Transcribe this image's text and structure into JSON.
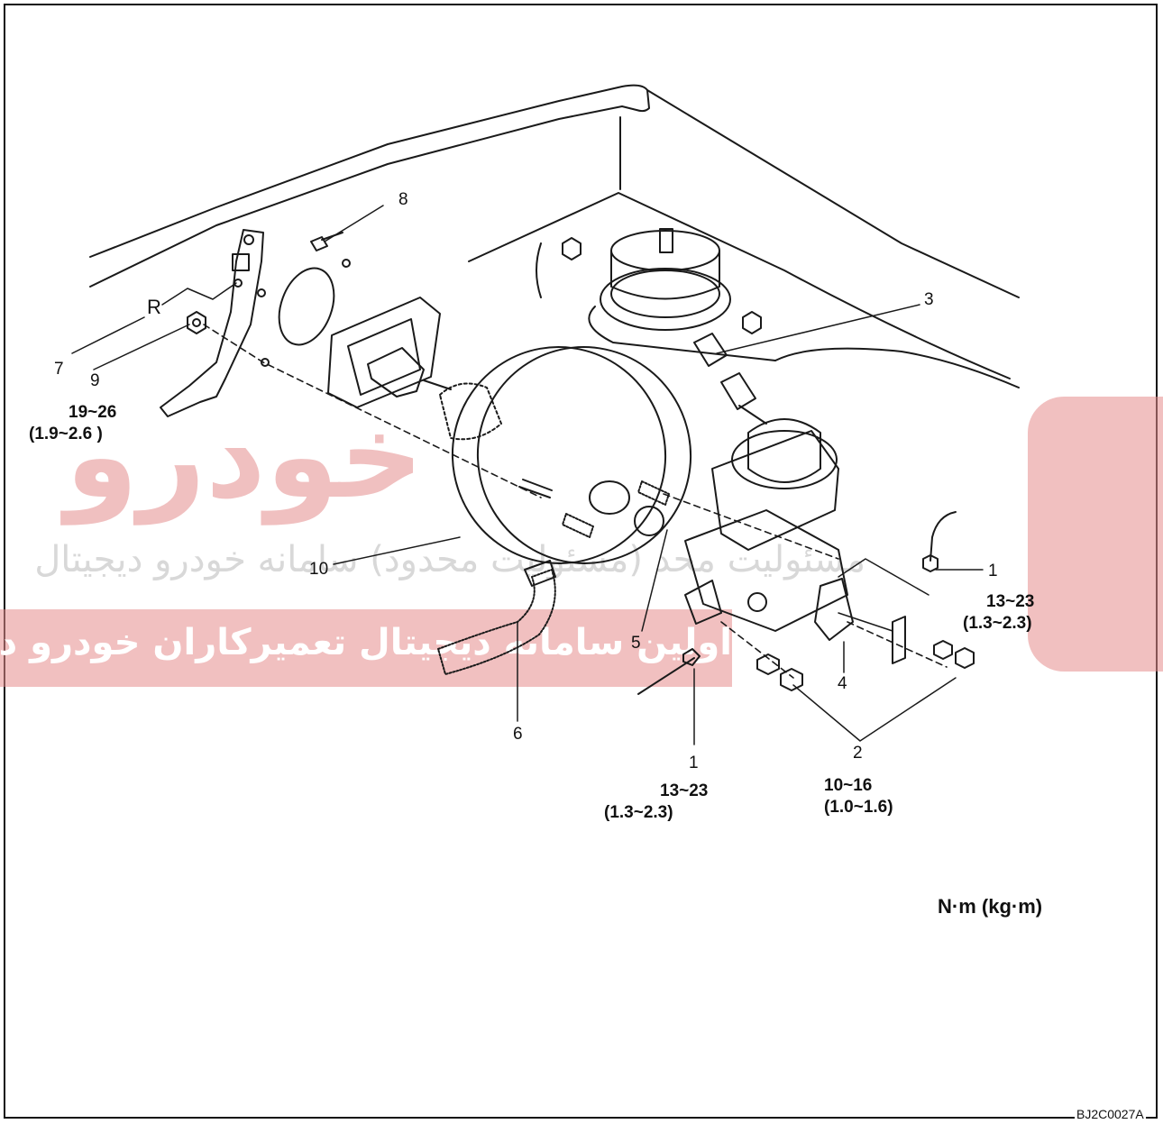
{
  "diagram": {
    "callouts": [
      {
        "id": "c1a",
        "text": "1"
      },
      {
        "id": "c1b",
        "text": "1"
      },
      {
        "id": "c2",
        "text": "2"
      },
      {
        "id": "c3",
        "text": "3"
      },
      {
        "id": "c4",
        "text": "4"
      },
      {
        "id": "c5",
        "text": "5"
      },
      {
        "id": "c6",
        "text": "6"
      },
      {
        "id": "c7",
        "text": "7"
      },
      {
        "id": "c8",
        "text": "8"
      },
      {
        "id": "c9",
        "text": "9"
      },
      {
        "id": "c10",
        "text": "10"
      },
      {
        "id": "cR",
        "text": "R"
      }
    ],
    "torques": {
      "part9": {
        "nm": "19~26",
        "kgm": "(1.9~2.6 )"
      },
      "part1_upper": {
        "nm": "13~23",
        "kgm": "(1.3~2.3)"
      },
      "part1_lower": {
        "nm": "13~23",
        "kgm": "(1.3~2.3)"
      },
      "part2": {
        "nm": "10~16",
        "kgm": "(1.0~1.6)"
      }
    },
    "unit_note": "N·m (kg·m)",
    "reference_code": "BJ2C0027A"
  },
  "watermark": {
    "logo_text": "خودرو",
    "line1": "مسئولیت محد (مسئولیت محدود) سامانه خودرو دیجیتال",
    "line2": "اولین سامانه دیجیتال تعمیرکاران خودرو در ایران",
    "band_color": "#e58d8d"
  }
}
